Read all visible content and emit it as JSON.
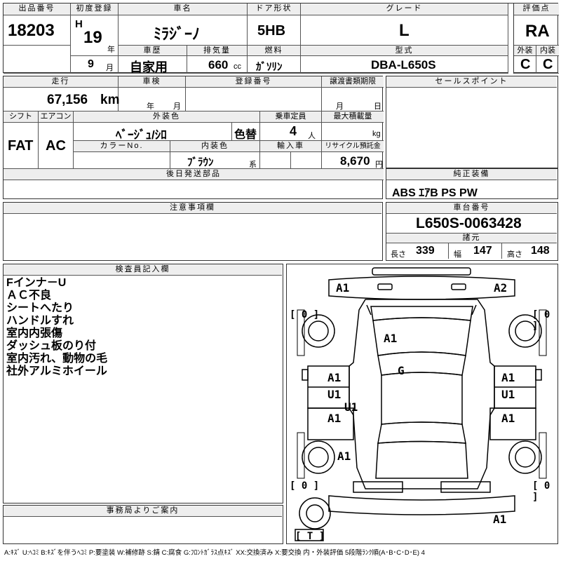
{
  "top": {
    "lot_no_label": "出品番号",
    "lot_no": "18203",
    "first_reg_label": "初度登録",
    "era": "H",
    "year": "19",
    "year_unit": "年",
    "month": "9",
    "month_unit": "月",
    "name_label": "車名",
    "name": "ﾐﾗｼﾞｰﾉ",
    "history_label": "車歴",
    "history": "自家用",
    "displacement_label": "排気量",
    "displacement": "660",
    "displacement_unit": "cc",
    "door_label": "ドア形状",
    "door": "5HB",
    "fuel_label": "燃料",
    "fuel": "ｶﾞｿﾘﾝ",
    "grade_label": "グレード",
    "grade": "L",
    "model_label": "型式",
    "model": "DBA-L650S",
    "score_label": "評価点",
    "score": "RA",
    "exterior_label": "外装",
    "exterior": "C",
    "interior_label": "内装",
    "interior": "C"
  },
  "mid": {
    "mileage_label": "走行",
    "mileage": "67,156",
    "mileage_unit": "km",
    "inspection_label": "車検",
    "insp_year_unit": "年",
    "insp_month_unit": "月",
    "reg_no_label": "登録番号",
    "transfer_label": "譲渡書類期限",
    "transfer_month_unit": "月",
    "transfer_day_unit": "日",
    "shift_label": "シフト",
    "shift": "FAT",
    "ac_label": "エアコン",
    "ac": "AC",
    "color_label": "外装色",
    "color": "ﾍﾞｰｼﾞｭ/ｼﾛ",
    "color_change": "色替",
    "capacity_label": "乗車定員",
    "capacity": "4",
    "capacity_unit": "人",
    "max_load_label": "最大積載量",
    "max_load_unit": "kg",
    "color_no_label": "カラーNo.",
    "int_color_label": "内装色",
    "int_color": "ﾌﾞﾗｳﾝ",
    "int_color_unit": "系",
    "import_label": "輸入車",
    "recycle_label": "リサイクル預託金",
    "recycle": "8,670",
    "recycle_unit": "円",
    "later_parts_label": "後日発送部品",
    "notes_label": "注意事項欄",
    "sales_label": "セールスポイント",
    "equipment_label": "純正装備",
    "equipment": "ABS ｴｱB PS PW",
    "chassis_label": "車台番号",
    "chassis": "L650S-0063428",
    "dims_label": "諸元",
    "length_label": "長さ",
    "length": "339",
    "width_label": "幅",
    "width": "147",
    "height_label": "高さ",
    "height": "148"
  },
  "inspector": {
    "label": "検査員記入欄",
    "lines": [
      "Fインナ－U",
      "ＡＣ不良",
      "シートへたり",
      "ハンドルすれ",
      "室内内張傷",
      "ダッシュ板のり付",
      "室内汚れ、動物の毛",
      "社外アルミホイール"
    ]
  },
  "office_label": "事務局よりご案内",
  "diagram": {
    "tl": "A1",
    "tr": "A2",
    "hood": "A1",
    "roof": "G",
    "lf_door1": "A1",
    "lf_door2": "U1",
    "lf_sill": "U1",
    "lr_door": "A1",
    "rf_door1": "A1",
    "rf_door2": "U1",
    "rr_door": "A1",
    "l_rear": "A1",
    "bottom_right": "A1",
    "tire_fl": "[ 0 ]",
    "tire_fr": "[ 0 ]",
    "tire_rl": "[ 0 ]",
    "tire_rr": "[ 0 ]",
    "spare": "[ T ]"
  },
  "legend": "A:ｷｽﾞ U:ﾍｺﾐ B:ｷｽﾞを伴うﾍｺﾐ P:要塗装 W:補修跡 S:錆 C:腐食 G:ﾌﾛﾝﾄｶﾞﾗｽ点ｷｽﾞ XX:交換済み X:要交換 内・外装評価 5段階ﾗﾝｸ順(A･B･C･D･E) 4"
}
